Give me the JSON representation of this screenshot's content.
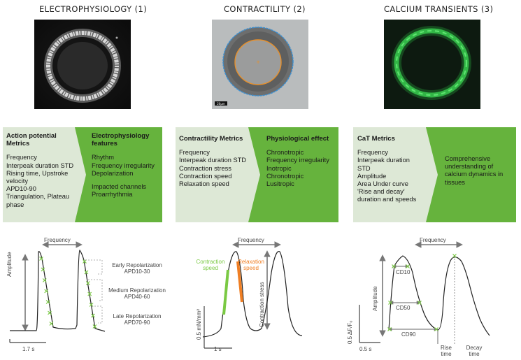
{
  "columns": [
    {
      "title": "ELECTROPHYSIOLOGY (1)"
    },
    {
      "title": "CONTRACTILITY (2)"
    },
    {
      "title": "CALCIUM TRANSIENTS (3)"
    }
  ],
  "image2_scale_label": "20µm",
  "panels": {
    "ep_metrics": {
      "title": "Action potential Metrics",
      "lines": [
        "Frequency",
        "Interpeak duration STD",
        "Rising time, Upstroke velocity",
        "APD10-90",
        "Triangulation, Plateau phase"
      ]
    },
    "ep_features": {
      "title": "Electrophysiology features",
      "lines": [
        "Rhythm",
        "Frequency irregularity",
        "Depolarization"
      ],
      "lines2": [
        "Impacted channels",
        "Proarrhythmia"
      ]
    },
    "con_metrics": {
      "title": "Contractility Metrics",
      "lines": [
        "Frequency",
        "Interpeak duration STD",
        "Contraction stress",
        "Contraction speed",
        "Relaxation speed"
      ]
    },
    "con_effect": {
      "title": "Physiological effect",
      "lines": [
        "Chronotropic",
        "Frequency irregularity",
        "Inotropic",
        "Chronotropic",
        "Lusitropic"
      ]
    },
    "ca_metrics": {
      "title": "CaT Metrics",
      "lines": [
        "Frequency",
        "Interpeak duration",
        "STD",
        "Amplitude",
        "Area Under curve",
        "'Rise and decay' duration and speeds"
      ]
    },
    "ca_effect": {
      "lines": [
        "Comprehensive understanding of calcium dynamics in tissues"
      ]
    }
  },
  "graph1": {
    "frequency": "Frequency",
    "amplitude": "Amplitude",
    "scale": "1.7 s",
    "early": "Early Repolarization",
    "early_apd": "APD10-30",
    "medium": "Medium Repolarization",
    "medium_apd": "APD40-60",
    "late": "Late Repolarization",
    "late_apd": "APD70-90"
  },
  "graph2": {
    "frequency": "Frequency",
    "contraction": "Contraction",
    "contraction2": "speed",
    "relaxation": "Relaxation",
    "relaxation2": "speed",
    "stress": "Contraction stress",
    "yscale": "0.5 mN/mm²",
    "xscale": "1 s"
  },
  "graph3": {
    "frequency": "Frequency",
    "cd10": "CD10",
    "cd50": "CD50",
    "cd90": "CD90",
    "amplitude": "Amplitude",
    "yscale": "0.5 ΔF/F₀",
    "xscale": "0.5 s",
    "rise": "Rise",
    "rise2": "time",
    "decay": "Decay",
    "decay2": "time"
  },
  "colors": {
    "light_panel": "#dde8d6",
    "green_panel": "#66b33d",
    "green_mark": "#7ac943",
    "orange_mark": "#f07f24"
  }
}
